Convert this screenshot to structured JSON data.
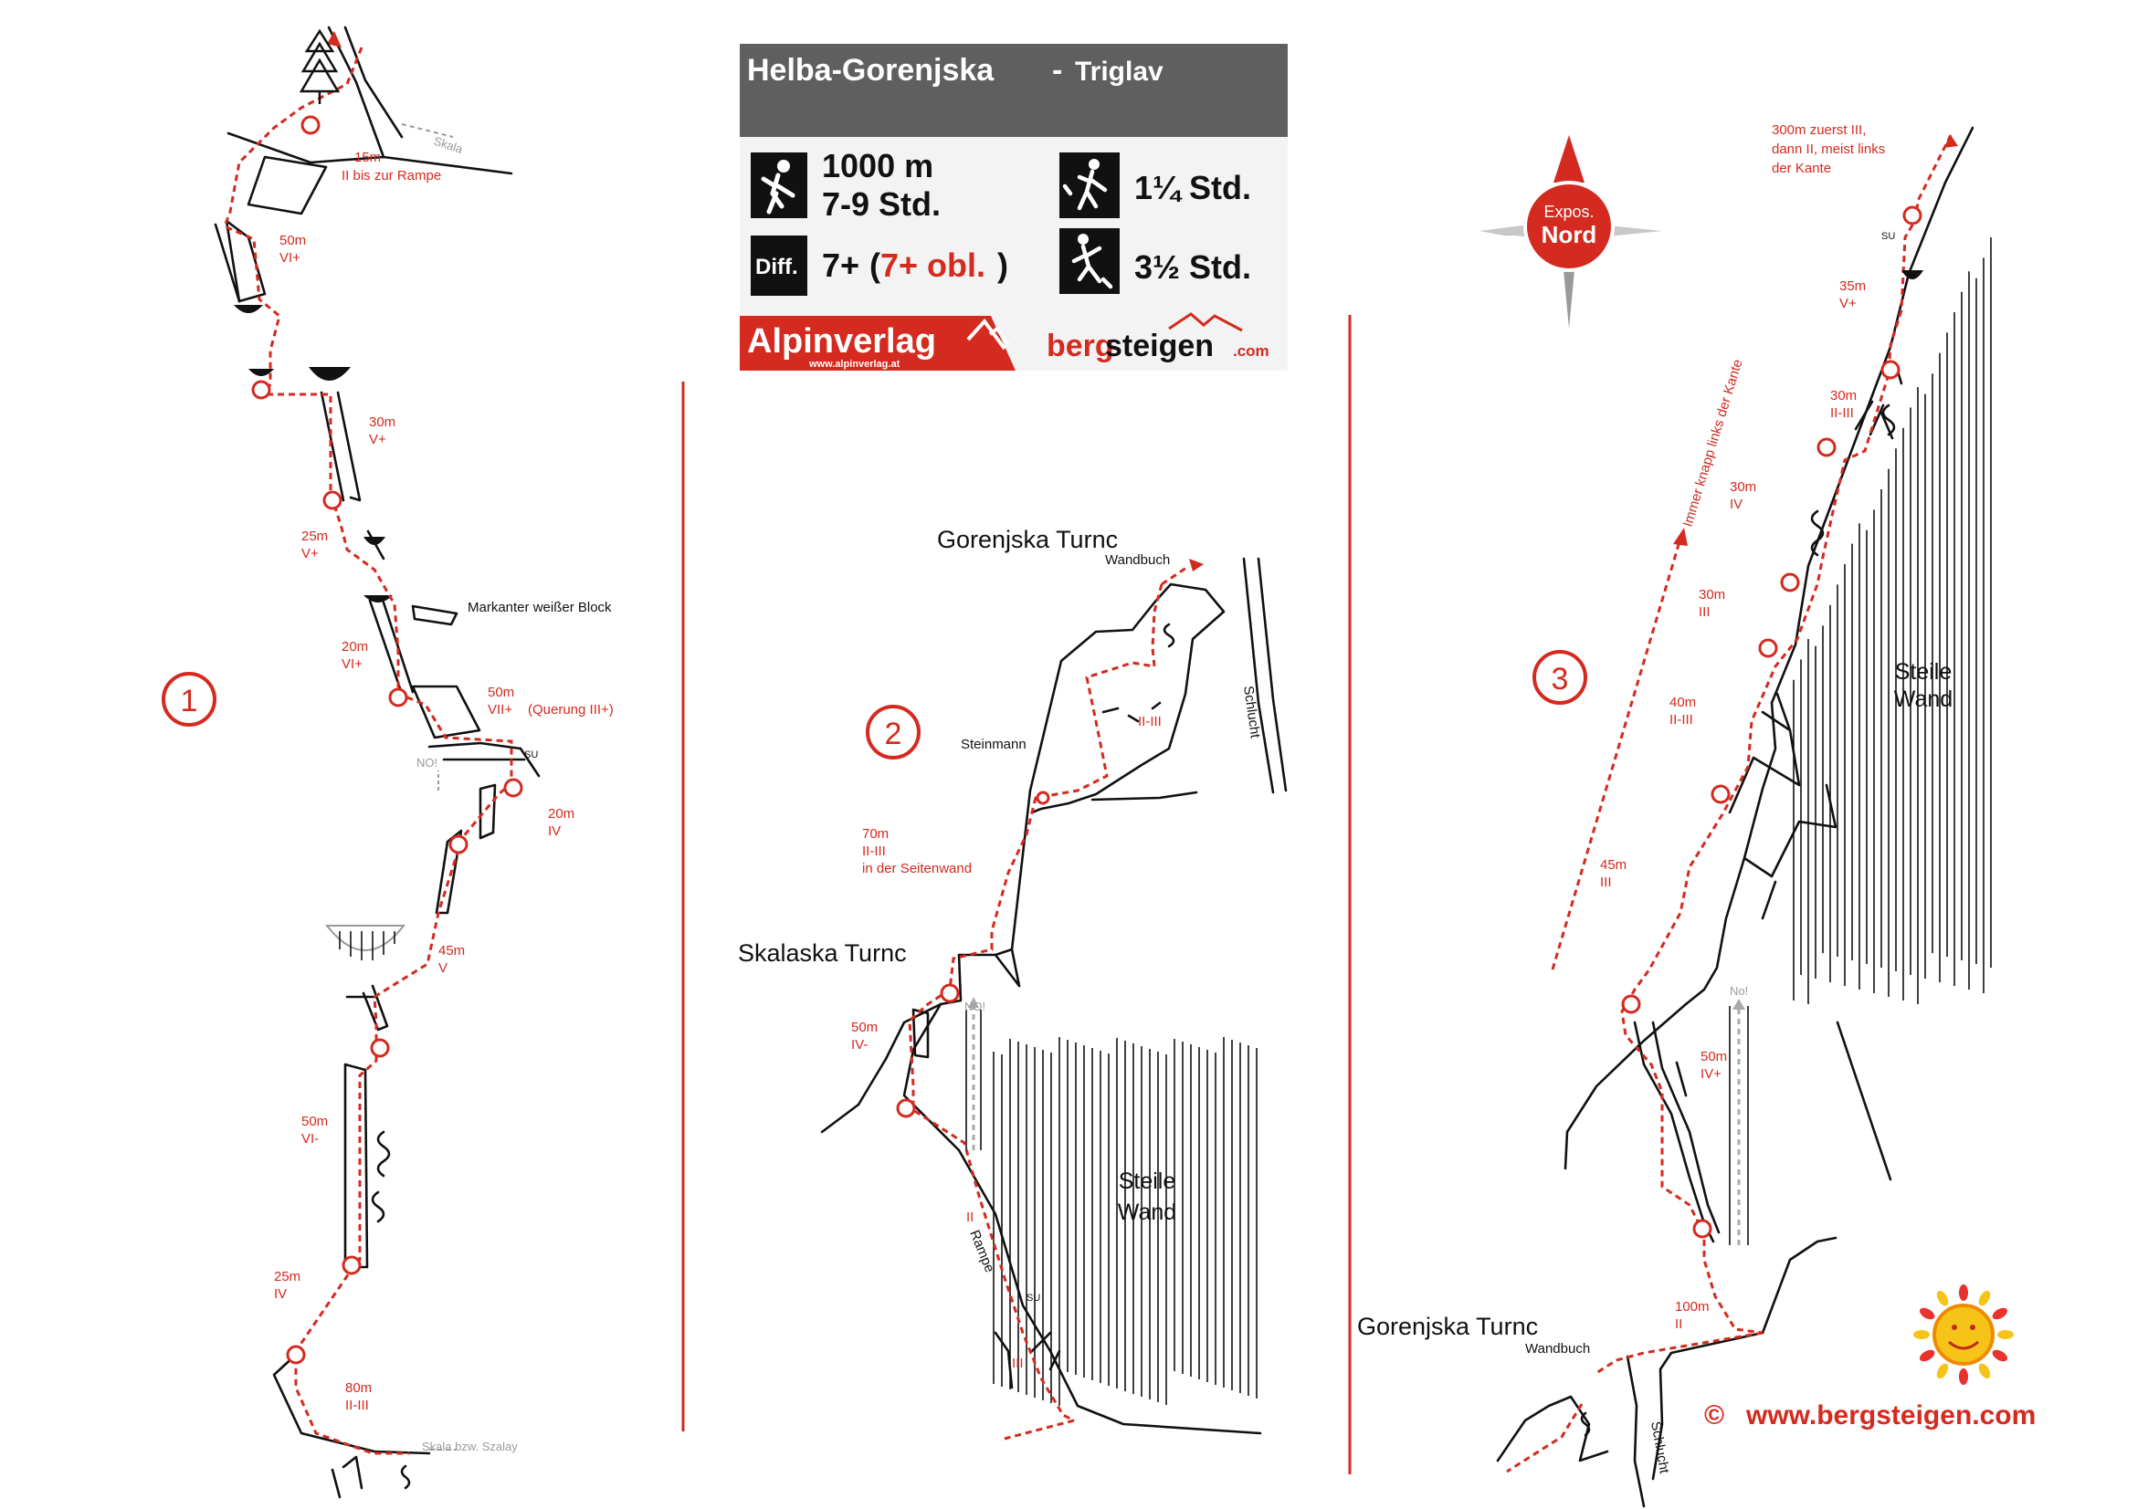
{
  "header": {
    "title": "Helba-Gorenjska",
    "separator": "-",
    "subtitle": "Triglav",
    "length": "1000 m",
    "duration": "7-9 Std.",
    "diff_icon_label": "Diff.",
    "difficulty_main": "7+",
    "difficulty_obl": "7+ obl.",
    "approach_time": "1¼ Std.",
    "descent_time": "3½ Std.",
    "publisher_logo": "Alpinverlag",
    "publisher_url": "www.alpinverlag.at",
    "partner_logo_left": "berg",
    "partner_logo_mid": "steigen",
    "partner_logo_right": ".com",
    "header_bg": "#5f5f5f",
    "accent_red": "#d42a1f"
  },
  "compass": {
    "label_top": "Expos.",
    "label_main": "Nord"
  },
  "copyright": {
    "symbol": "©",
    "url": "www.bergsteigen.com"
  },
  "panel1": {
    "number": "1",
    "pitches": [
      {
        "len": "15m",
        "grade": "II bis zur Rampe"
      },
      {
        "len": "50m",
        "grade": "VI+"
      },
      {
        "len": "30m",
        "grade": "V+"
      },
      {
        "len": "25m",
        "grade": "V+"
      },
      {
        "len": "20m",
        "grade": "VI+"
      },
      {
        "len": "50m",
        "grade": "VII+",
        "note": "(Querung III+)"
      },
      {
        "len": "20m",
        "grade": "IV"
      },
      {
        "len": "45m",
        "grade": "V"
      },
      {
        "len": "50m",
        "grade": "VI-"
      },
      {
        "len": "25m",
        "grade": "IV"
      },
      {
        "len": "80m",
        "grade": "II-III"
      }
    ],
    "block_label": "Markanter weißer Block",
    "skala_top": "Skala",
    "skala_bottom": "Skala bzw. Szalay",
    "no_label": "NO!",
    "su_label": "SU"
  },
  "panel2": {
    "number": "2",
    "summit": "Gorenjska Turnc",
    "wandbuch": "Wandbuch",
    "steinmann": "Steinmann",
    "grade_upper": "II-III",
    "schlucht": "Schlucht",
    "pitch_70": {
      "len": "70m",
      "grade": "II-III",
      "note": "in der Seitenwand"
    },
    "skalaska": "Skalaska Turnc",
    "pitch_50": {
      "len": "50m",
      "grade": "IV-"
    },
    "no_label": "NO!",
    "steile_1": "Steile",
    "steile_2": "Wand",
    "grade_ramp": "II",
    "rampe": "Rampe",
    "su_label": "SU",
    "grade_lower": "III"
  },
  "panel3": {
    "number": "3",
    "top_note_1": "300m zuerst III,",
    "top_note_2": "dann II, meist links",
    "top_note_3": "der Kante",
    "side_note": "Immer knapp links der Kante",
    "pitches": [
      {
        "len": "35m",
        "grade": "V+"
      },
      {
        "len": "30m",
        "grade": "II-III"
      },
      {
        "len": "30m",
        "grade": "IV"
      },
      {
        "len": "30m",
        "grade": "III"
      },
      {
        "len": "40m",
        "grade": "II-III"
      },
      {
        "len": "45m",
        "grade": "III"
      },
      {
        "len": "50m",
        "grade": "IV+"
      },
      {
        "len": "100m",
        "grade": "II"
      }
    ],
    "steile_1": "Steile",
    "steile_2": "Wand",
    "no_label": "No!",
    "su_label": "SU",
    "summit": "Gorenjska Turnc",
    "wandbuch": "Wandbuch",
    "schlucht": "Schlucht"
  }
}
